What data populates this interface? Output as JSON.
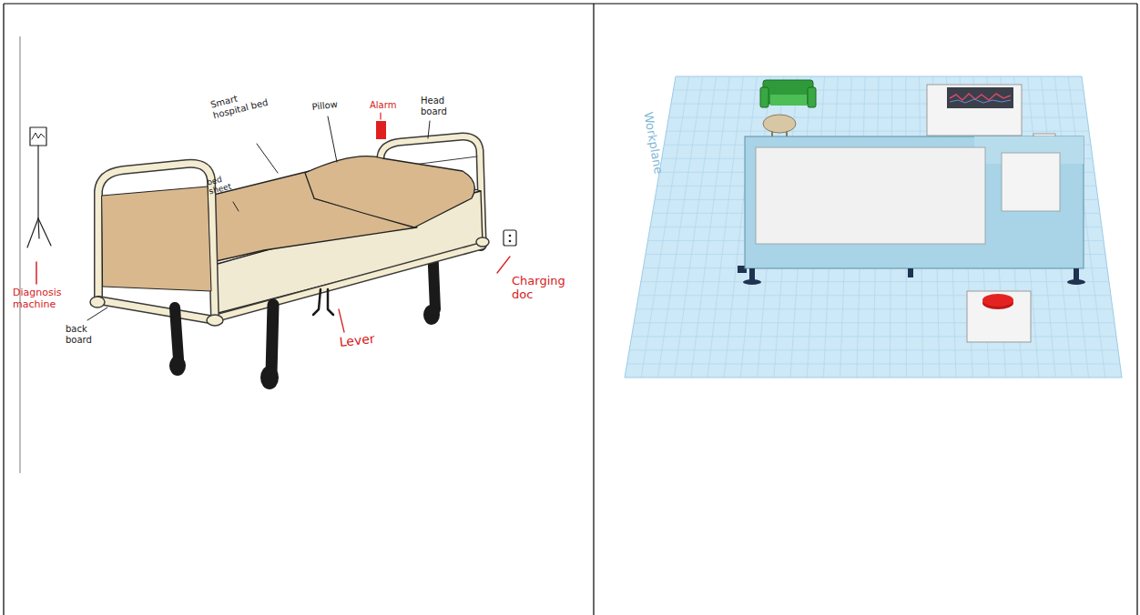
{
  "diagram": {
    "labels": [
      "Smart hospital bed",
      "bed sheet",
      "Pillow",
      "Alarm",
      "Head board",
      "Diagnosis machine",
      "back board",
      "Lever",
      "Charging doc",
      "Workplane"
    ]
  }
}
